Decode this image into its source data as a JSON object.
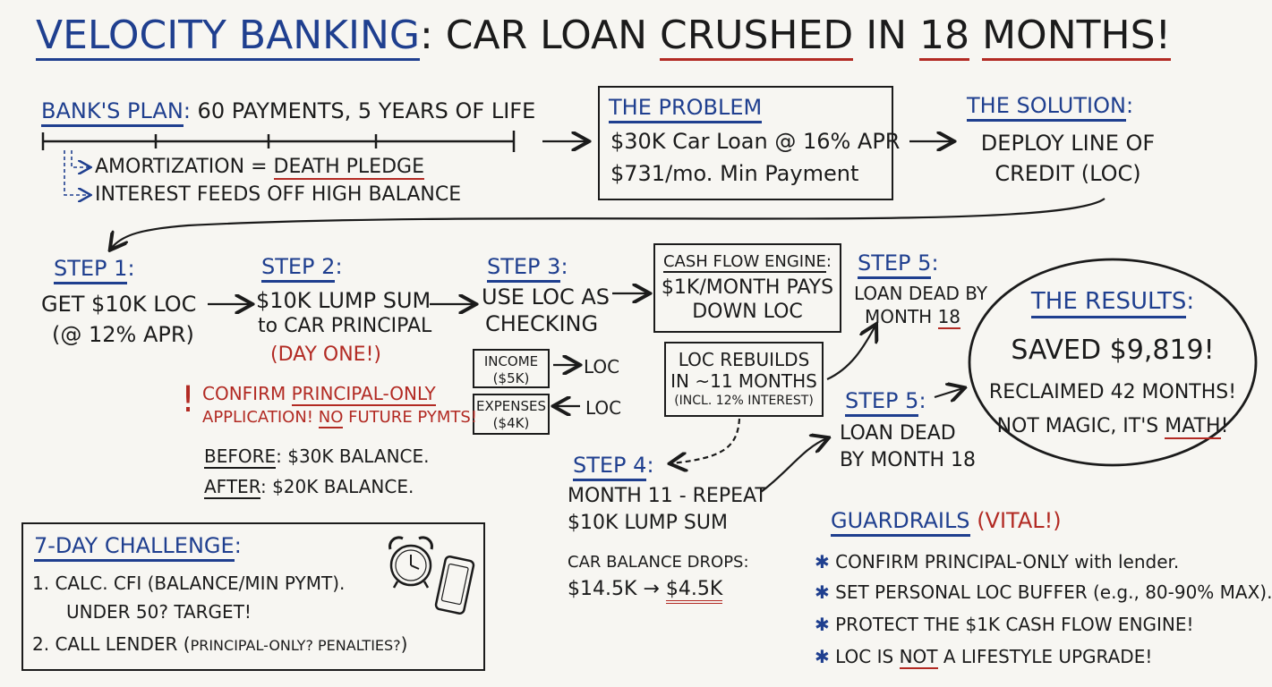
{
  "title": {
    "brand": "VELOCITY BANKING",
    "colon": ":",
    "pre": "CAR LOAN",
    "crushed": "CRUSHED",
    "in": "IN",
    "months_num": "18",
    "months_word": "MONTHS!"
  },
  "bank_plan": {
    "label": "BANK'S PLAN",
    "colon": ":",
    "text": "60 PAYMENTS, 5 YEARS OF LIFE",
    "note1_pre": "AMORTIZATION =",
    "note1_hl": "DEATH PLEDGE",
    "note2": "INTEREST FEEDS OFF HIGH BALANCE"
  },
  "problem": {
    "label": "THE PROBLEM",
    "line1": "$30K Car Loan @ 16% APR",
    "line2": "$731/mo. Min Payment"
  },
  "solution": {
    "label": "THE SOLUTION",
    "colon": ":",
    "line1": "DEPLOY LINE OF",
    "line2": "CREDIT (LOC)"
  },
  "step1": {
    "label": "STEP 1",
    "colon": ":",
    "line1": "GET $10K LOC",
    "line2": "(@ 12% APR)"
  },
  "step2": {
    "label": "STEP 2",
    "colon": ":",
    "line1": "$10K LUMP SUM",
    "line2": "to CAR PRINCIPAL",
    "line3": "(DAY ONE!)"
  },
  "step3": {
    "label": "STEP 3",
    "colon": ":",
    "line1": "USE LOC AS",
    "line2": "CHECKING"
  },
  "income": {
    "line1": "INCOME",
    "line2": "($5K)",
    "target": "LOC"
  },
  "expenses": {
    "line1": "EXPENSES",
    "line2": "($4K)",
    "target": "LOC"
  },
  "engine": {
    "label": "CASH FLOW ENGINE",
    "colon": ":",
    "line1": "$1K/MONTH PAYS",
    "line2": "DOWN LOC"
  },
  "rebuild": {
    "line1": "LOC REBUILDS",
    "line2": "IN ~11 MONTHS",
    "line3": "(INCL. 12% INTEREST)"
  },
  "step5a": {
    "label": "STEP 5",
    "colon": ":",
    "line1": "LOAN DEAD BY",
    "line2_pre": "MONTH",
    "line2_num": "18"
  },
  "step5b": {
    "label": "STEP 5",
    "colon": ":",
    "line1": "LOAN DEAD",
    "line2": "BY MONTH 18"
  },
  "step4": {
    "label": "STEP 4",
    "colon": ":",
    "line1": "MONTH 11 - REPEAT",
    "line2": "$10K LUMP SUM",
    "drop_label": "CAR BALANCE DROPS:",
    "drop_from": "$14.5K",
    "drop_arrow": "→",
    "drop_to": "$4.5K"
  },
  "warning": {
    "mark": "!",
    "line1_pre": "CONFIRM",
    "line1_hl": "PRINCIPAL-ONLY",
    "line2_pre": "APPLICATION!",
    "line2_no": "NO",
    "line2_post": "FUTURE PYMTS!"
  },
  "before_after": {
    "before_label": "BEFORE",
    "before_value": ": $30K BALANCE.",
    "after_label": "AFTER",
    "after_value": ": $20K BALANCE."
  },
  "results": {
    "label": "THE RESULTS",
    "colon": ":",
    "saved": "SAVED $9,819!",
    "reclaimed": "RECLAIMED 42 MONTHS!",
    "math_pre": "NOT MAGIC, IT'S",
    "math_hl": "MATH",
    "math_post": "!"
  },
  "challenge": {
    "label": "7-DAY CHALLENGE",
    "colon": ":",
    "item1a": "1. CALC. CFI (BALANCE/MIN PYMT).",
    "item1b": "UNDER 50? TARGET!",
    "item2_pre": "2. CALL LENDER (",
    "item2_small": "PRINCIPAL-ONLY? PENALTIES?",
    "item2_post": ")"
  },
  "guardrails": {
    "label": "GUARDRAILS",
    "vital": "(VITAL!)",
    "bullet": "✱",
    "item1_caps": "CONFIRM PRINCIPAL-ONLY",
    "item1_tail": "with lender.",
    "item2": "SET PERSONAL LOC BUFFER (e.g., 80-90% MAX).",
    "item3": "PROTECT THE $1K CASH FLOW ENGINE!",
    "item4_pre": "LOC IS",
    "item4_not": "NOT",
    "item4_post": "A LIFESTYLE UPGRADE!"
  },
  "colors": {
    "ink": "#1b1b1b",
    "blue": "#1f3f8f",
    "red": "#b22a23",
    "paper": "#f7f6f2"
  },
  "icons": [
    "alarm-clock-icon",
    "smartphone-icon"
  ]
}
